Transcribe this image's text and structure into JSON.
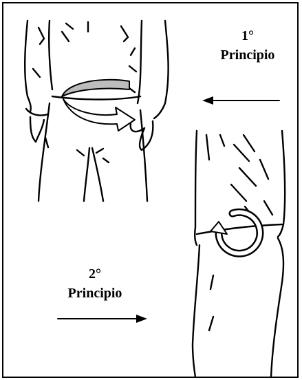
{
  "labels": {
    "first_number": "1°",
    "first_word": "Principio",
    "second_number": "2°",
    "second_word": "Principio"
  },
  "colors": {
    "ink": "#000000",
    "band": "#bdbdbd",
    "background": "#ffffff"
  }
}
